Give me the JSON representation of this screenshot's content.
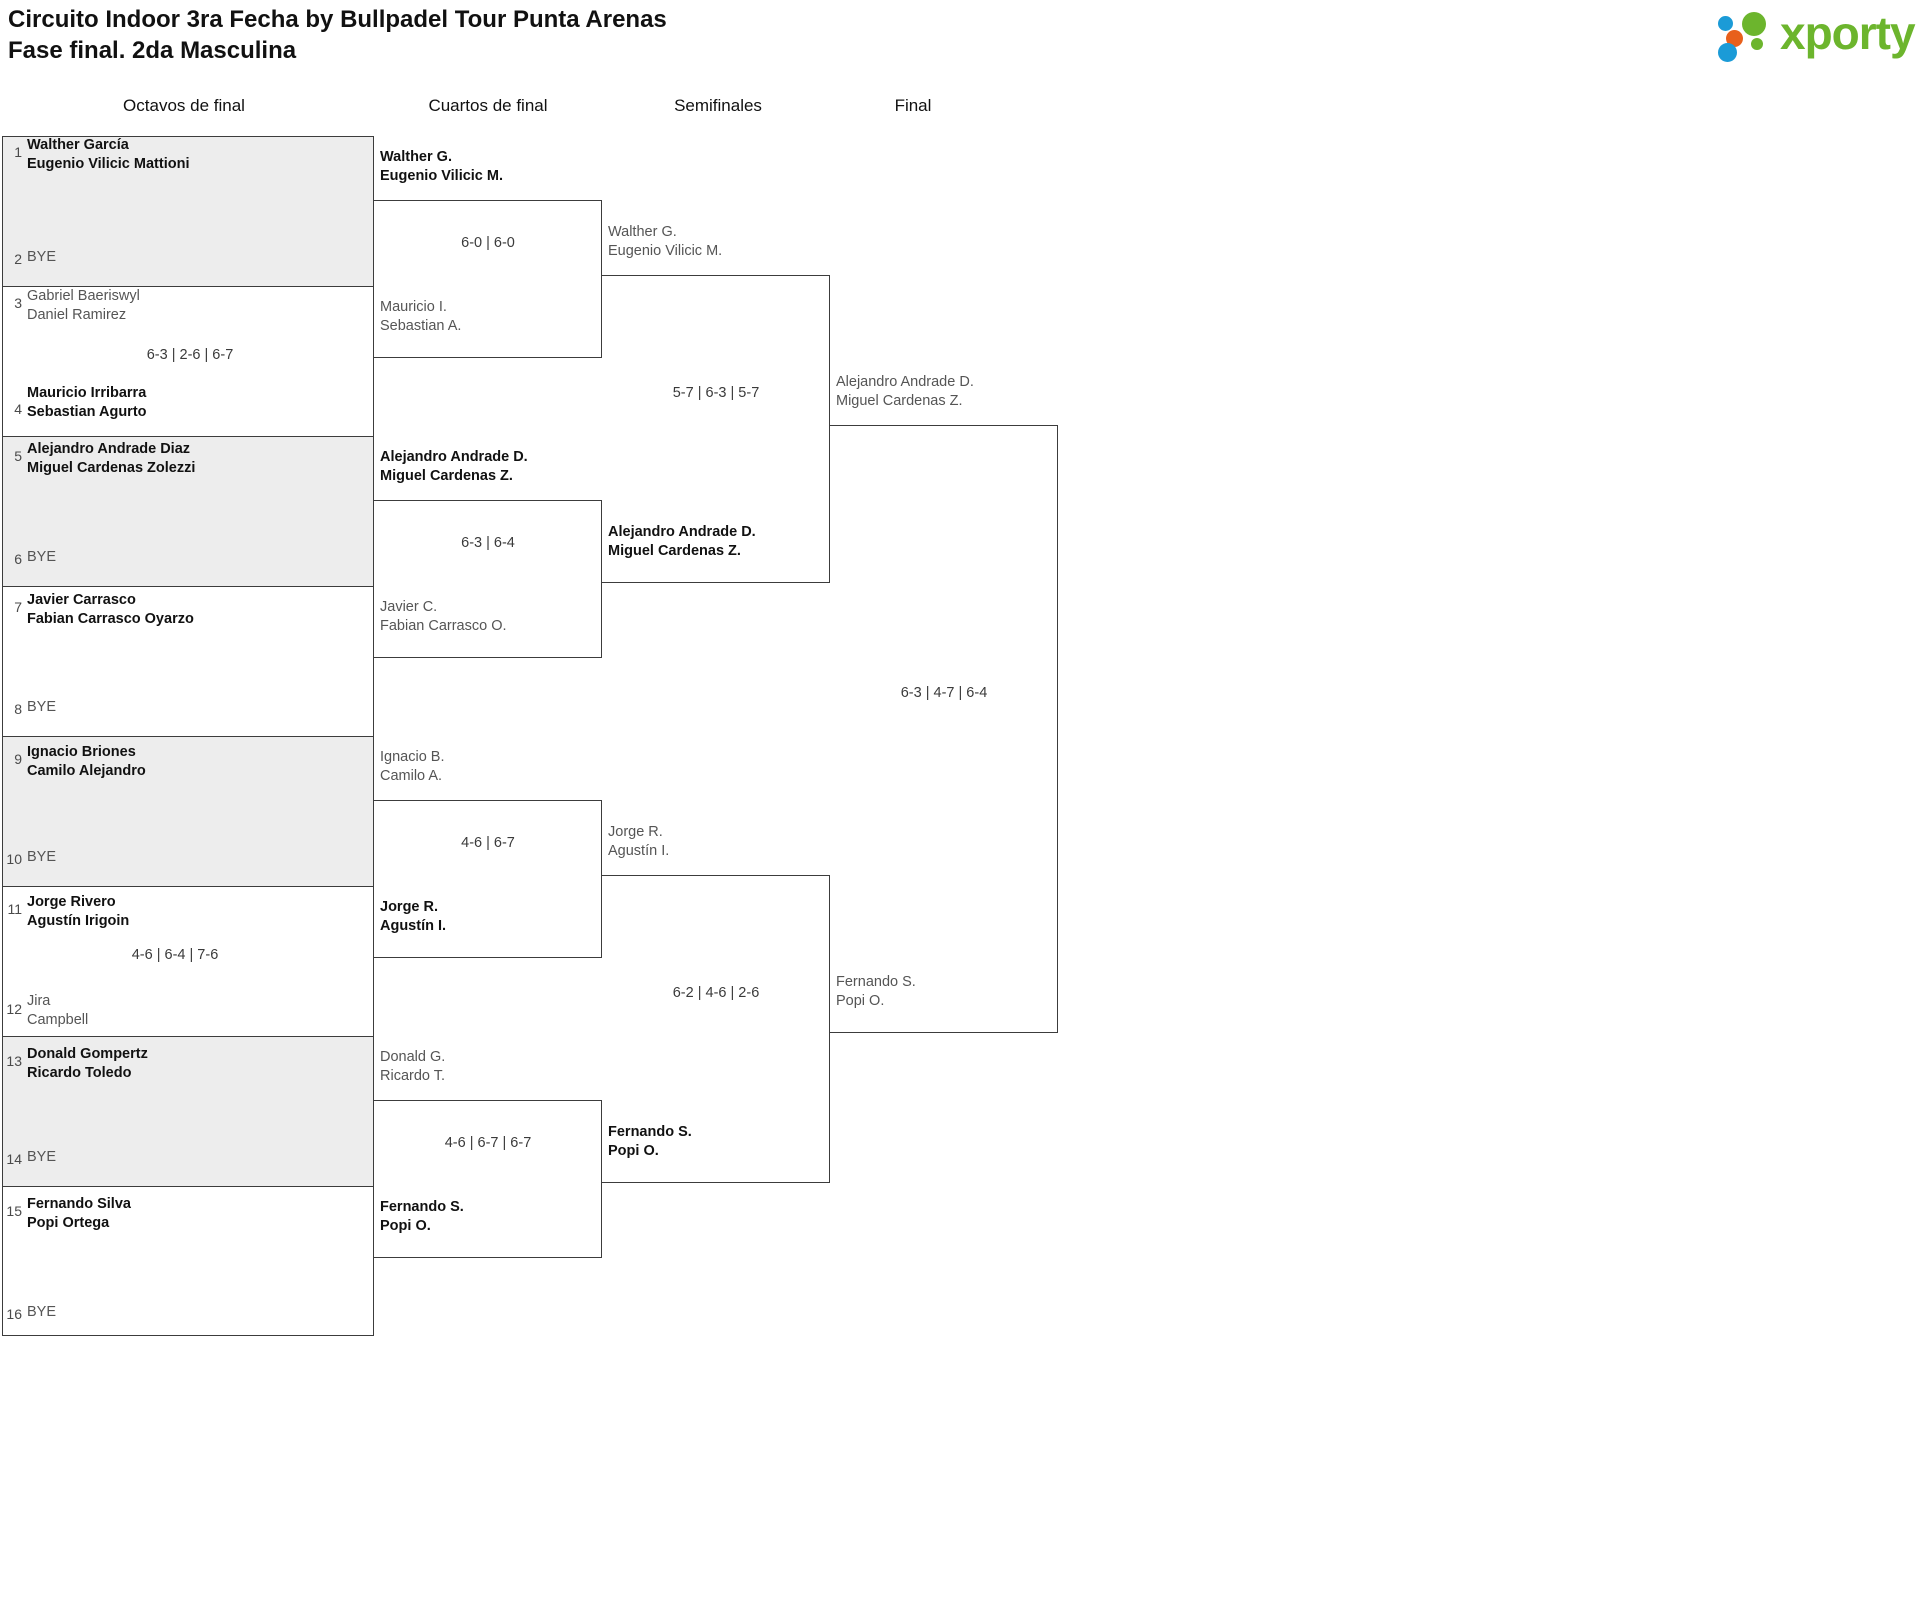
{
  "header": {
    "title_line1": "Circuito Indoor 3ra Fecha by Bullpadel Tour Punta Arenas",
    "title_line2": "Fase final. 2da Masculina",
    "logo_text": "xporty",
    "logo_colors": {
      "green": "#6cb52d",
      "blue": "#1b9bd7",
      "orange": "#e8601c"
    }
  },
  "rounds": [
    {
      "label": "Octavos de final"
    },
    {
      "label": "Cuartos de final"
    },
    {
      "label": "Semifinales"
    },
    {
      "label": "Final"
    }
  ],
  "round1": {
    "entries": [
      {
        "seed": "1",
        "line1": "Walther García",
        "line2": "Eugenio Vilicic Mattioni",
        "state": "win"
      },
      {
        "seed": "2",
        "line1": "BYE",
        "line2": "",
        "state": "bye"
      },
      {
        "seed": "3",
        "line1": "Gabriel Baeriswyl",
        "line2": "Daniel Ramirez",
        "state": "lose"
      },
      {
        "seed": "4",
        "line1": "Mauricio Irribarra",
        "line2": "Sebastian Agurto",
        "state": "win"
      },
      {
        "seed": "5",
        "line1": "Alejandro Andrade Diaz",
        "line2": "Miguel Cardenas Zolezzi",
        "state": "win"
      },
      {
        "seed": "6",
        "line1": "BYE",
        "line2": "",
        "state": "bye"
      },
      {
        "seed": "7",
        "line1": "Javier Carrasco",
        "line2": "Fabian Carrasco Oyarzo",
        "state": "win"
      },
      {
        "seed": "8",
        "line1": "BYE",
        "line2": "",
        "state": "bye"
      },
      {
        "seed": "9",
        "line1": "Ignacio Briones",
        "line2": "Camilo Alejandro",
        "state": "win"
      },
      {
        "seed": "10",
        "line1": "BYE",
        "line2": "",
        "state": "bye"
      },
      {
        "seed": "11",
        "line1": "Jorge Rivero",
        "line2": "Agustín Irigoin",
        "state": "win"
      },
      {
        "seed": "12",
        "line1": "Jira",
        "line2": "Campbell",
        "state": "lose"
      },
      {
        "seed": "13",
        "line1": "Donald Gompertz",
        "line2": "Ricardo Toledo",
        "state": "win"
      },
      {
        "seed": "14",
        "line1": "BYE",
        "line2": "",
        "state": "bye"
      },
      {
        "seed": "15",
        "line1": "Fernando Silva",
        "line2": "Popi Ortega",
        "state": "win"
      },
      {
        "seed": "16",
        "line1": "BYE",
        "line2": "",
        "state": "bye"
      }
    ],
    "scores": [
      {
        "match": 2,
        "value": "6-3 | 2-6 | 6-7"
      },
      {
        "match": 6,
        "value": "4-6 | 6-4 | 7-6"
      }
    ]
  },
  "round2": {
    "matches": [
      {
        "top": {
          "line1": "Walther G.",
          "line2": "Eugenio Vilicic M.",
          "state": "win"
        },
        "bottom": {
          "line1": "Mauricio I.",
          "line2": "Sebastian A.",
          "state": "lose"
        },
        "score": "6-0 | 6-0"
      },
      {
        "top": {
          "line1": "Alejandro Andrade D.",
          "line2": "Miguel Cardenas Z.",
          "state": "win"
        },
        "bottom": {
          "line1": "Javier C.",
          "line2": "Fabian Carrasco O.",
          "state": "lose"
        },
        "score": "6-3 | 6-4"
      },
      {
        "top": {
          "line1": "Ignacio B.",
          "line2": "Camilo A.",
          "state": "lose"
        },
        "bottom": {
          "line1": "Jorge R.",
          "line2": "Agustín I.",
          "state": "win"
        },
        "score": "4-6 | 6-7"
      },
      {
        "top": {
          "line1": "Donald G.",
          "line2": "Ricardo T.",
          "state": "lose"
        },
        "bottom": {
          "line1": "Fernando S.",
          "line2": "Popi O.",
          "state": "win"
        },
        "score": "4-6 | 6-7 | 6-7"
      }
    ]
  },
  "round3": {
    "matches": [
      {
        "top": {
          "line1": "Walther G.",
          "line2": "Eugenio Vilicic M.",
          "state": "lose"
        },
        "bottom": {
          "line1": "Alejandro Andrade D.",
          "line2": "Miguel Cardenas Z.",
          "state": "win"
        },
        "score": "5-7 | 6-3 | 5-7"
      },
      {
        "top": {
          "line1": "Jorge R.",
          "line2": "Agustín I.",
          "state": "lose"
        },
        "bottom": {
          "line1": "Fernando S.",
          "line2": "Popi O.",
          "state": "win"
        },
        "score": "6-2 | 4-6 | 2-6"
      }
    ]
  },
  "round4": {
    "match": {
      "top": {
        "line1": "Alejandro Andrade D.",
        "line2": "Miguel Cardenas Z.",
        "state": "lose"
      },
      "bottom": {
        "line1": "Fernando S.",
        "line2": "Popi O.",
        "state": "lose"
      },
      "score": "6-3 | 4-7 | 6-4"
    }
  }
}
